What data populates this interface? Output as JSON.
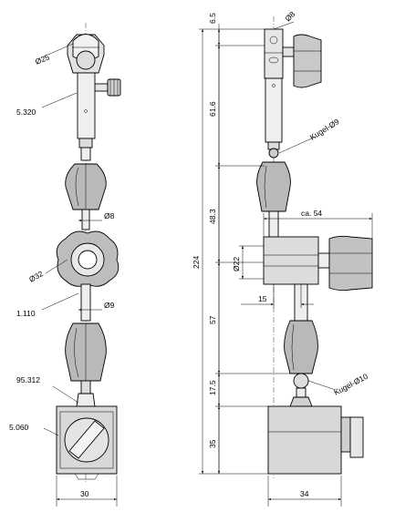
{
  "left_view": {
    "labels": {
      "d25": "Ø25",
      "p5320": "5.320",
      "d8": "Ø8",
      "d32": "Ø32",
      "d9": "Ø9",
      "p1110": "1.110",
      "p95312": "95.312",
      "p5060": "5.060",
      "w30": "30"
    }
  },
  "right_view": {
    "labels": {
      "d6_5": "6.5",
      "d8_top": "Ø8",
      "d61_6": "61.6",
      "kugel9": "Kugel-Ø9",
      "d48_3": "48.3",
      "ca54": "ca. 54",
      "d22": "Ø22",
      "d224": "224",
      "d15": "15",
      "d57": "57",
      "kugel10": "Kugel-Ø10",
      "d17_5": "17.5",
      "d35": "35",
      "w34": "34"
    }
  }
}
